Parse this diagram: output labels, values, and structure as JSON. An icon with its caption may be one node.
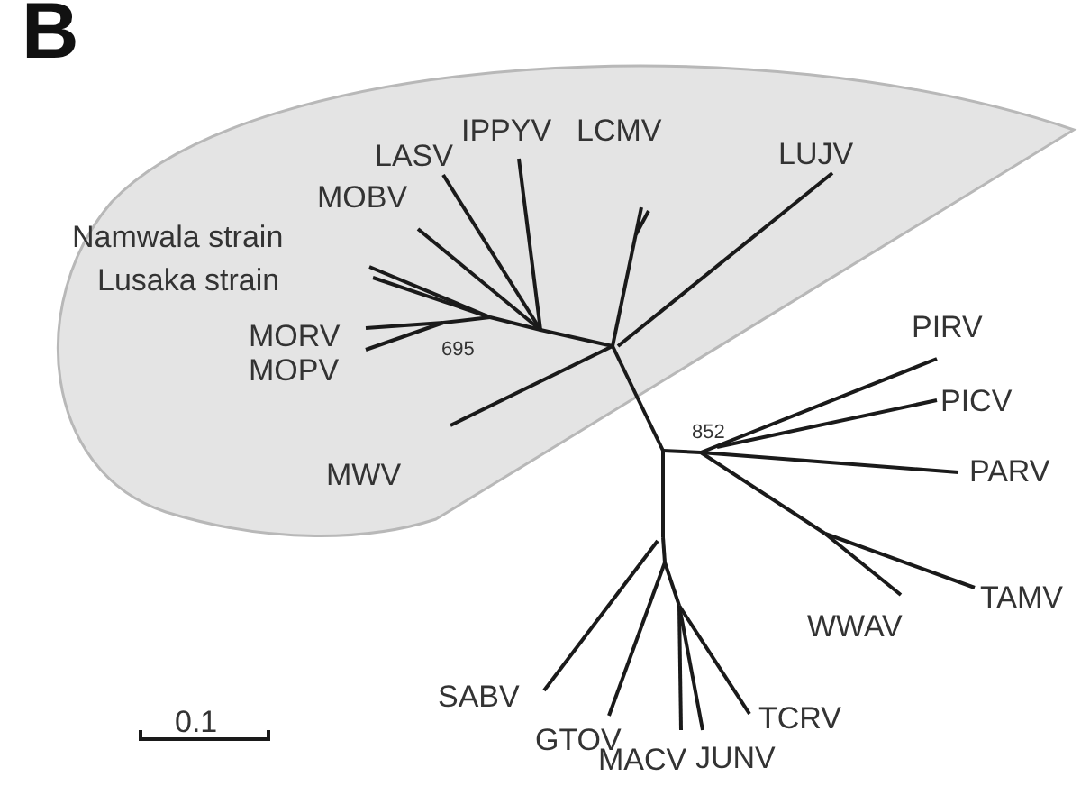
{
  "diagram": {
    "title": "B",
    "labels": [
      "LASV",
      "IPPYV",
      "LCMV",
      "LUJV",
      "MOBV",
      "Namwala strain",
      "Lusaka strain",
      "MORV",
      "695",
      "MOPV",
      "MWV",
      "PIRV",
      "852",
      "PICV",
      "PARV",
      "TAMV",
      "WWAV",
      "SABV",
      "TCRV",
      "GTOV",
      "JUNV",
      "MACV",
      "0.1"
    ]
  }
}
